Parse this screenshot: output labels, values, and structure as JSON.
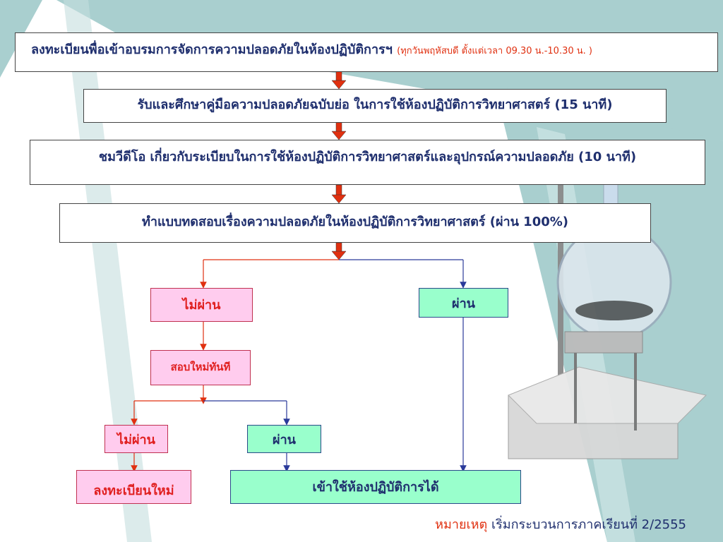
{
  "steps": {
    "step1_main": "ลงทะเบียนพื่อเข้าอบรมการจัดการความปลอดภัยในห้องปฏิบัติการฯ",
    "step1_note": "(ทุกวันพฤหัสบดี ตั้งแต่เวลา 09.30 น.-10.30 น. )",
    "step2": "รับและศึกษาคู่มือความปลอดภัยฉบับย่อ ในการใช้ห้องปฏิบัติการวิทยาศาสตร์ (15 นาที)",
    "step3": "ชมวีดีโอ เกี่ยวกับระเบียบในการใช้ห้องปฏิบัติการวิทยาศาสตร์และอุปกรณ์ความปลอดภัย (10 นาที)",
    "step4": "ทำแบบทดสอบเรื่องความปลอดภัยในห้องปฏิบัติการวิทยาศาสตร์ (ผ่าน 100%)"
  },
  "branches": {
    "fail": "ไม่ผ่าน",
    "pass": "ผ่าน",
    "retest": "สอบใหม่ทันที",
    "fail2": "ไม่ผ่าน",
    "pass2": "ผ่าน",
    "reregister": "ลงทะเบียนใหม่",
    "enter_lab": "เข้าใช้ห้องปฏิบัติการได้"
  },
  "footer": {
    "label": "หมายเหตุ",
    "text": "เริ่มกระบวนการภาคเรียนที่ 2/2555"
  },
  "colors": {
    "teal": "#a9cfcf",
    "arrow_main": "#e03010",
    "arrow_red": "#e03010",
    "arrow_blue": "#2a3a9a",
    "pink": "#ffccee",
    "green": "#99ffcc"
  }
}
